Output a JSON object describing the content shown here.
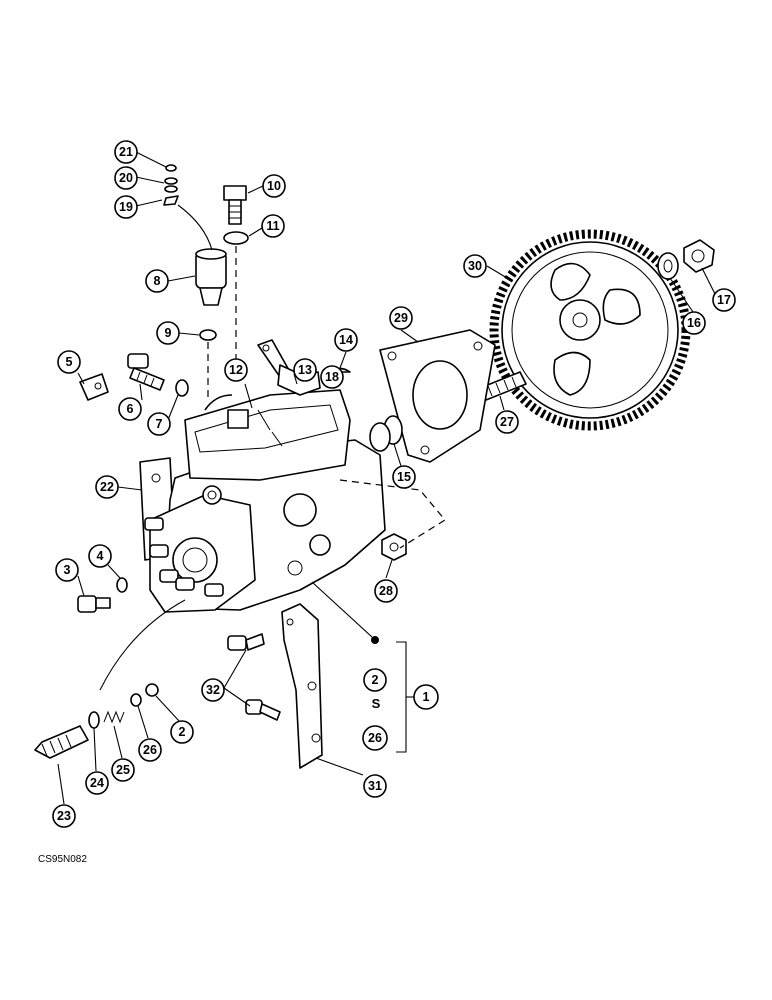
{
  "diagram": {
    "caption": "CS95N082",
    "callouts": [
      "1",
      "2",
      "3",
      "4",
      "5",
      "6",
      "7",
      "8",
      "9",
      "10",
      "11",
      "12",
      "13",
      "14",
      "15",
      "16",
      "17",
      "18",
      "19",
      "20",
      "21",
      "22",
      "23",
      "24",
      "25",
      "26",
      "27",
      "28",
      "29",
      "30",
      "31",
      "32"
    ],
    "legend": {
      "from": "2",
      "separator": "S",
      "to": "26",
      "group": "1"
    }
  }
}
